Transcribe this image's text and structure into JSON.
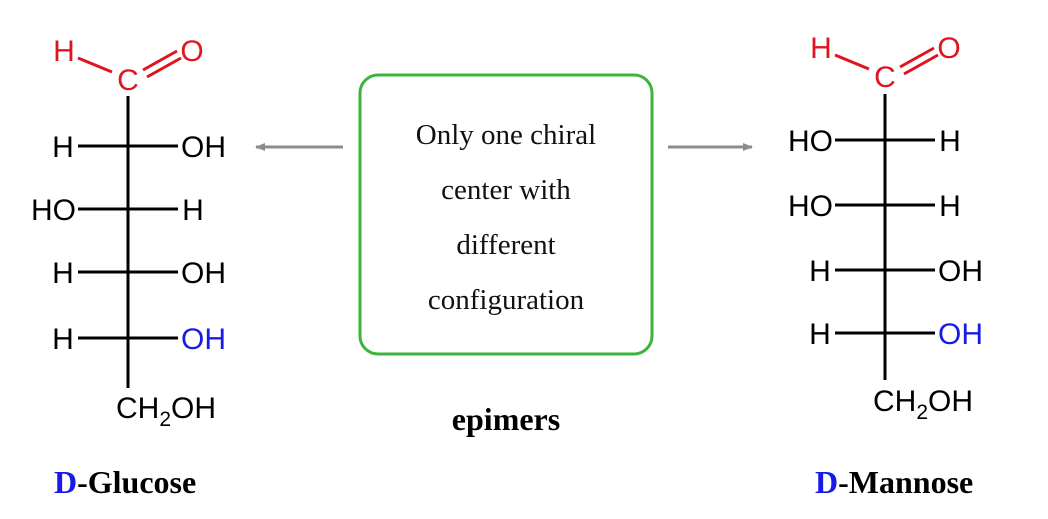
{
  "colors": {
    "bond": "#000000",
    "carbonyl": "#e0141c",
    "highlight": "#1a1ae6",
    "box_border": "#3cb43c",
    "arrow": "#8c8c8c"
  },
  "left": {
    "aldehyde": {
      "h": "H",
      "c": "C",
      "o": "O"
    },
    "rows": [
      {
        "left": "H",
        "right": "OH"
      },
      {
        "left": "HO",
        "right": "H"
      },
      {
        "left": "H",
        "right": "OH"
      },
      {
        "left": "H",
        "right": "OH"
      }
    ],
    "bottom": {
      "ch": "CH",
      "sub": "2",
      "oh": "OH"
    },
    "caption": {
      "prefix": "D",
      "suffix": "-Glucose"
    }
  },
  "right": {
    "aldehyde": {
      "h": "H",
      "c": "C",
      "o": "O"
    },
    "rows": [
      {
        "left": "HO",
        "right": "H"
      },
      {
        "left": "HO",
        "right": "H"
      },
      {
        "left": "H",
        "right": "OH"
      },
      {
        "left": "H",
        "right": "OH"
      }
    ],
    "bottom": {
      "ch": "CH",
      "sub": "2",
      "oh": "OH"
    },
    "caption": {
      "prefix": "D",
      "suffix": "-Mannose"
    }
  },
  "box": {
    "lines": [
      "Only one chiral",
      "center with",
      "different",
      "configuration"
    ]
  },
  "label": "epimers"
}
